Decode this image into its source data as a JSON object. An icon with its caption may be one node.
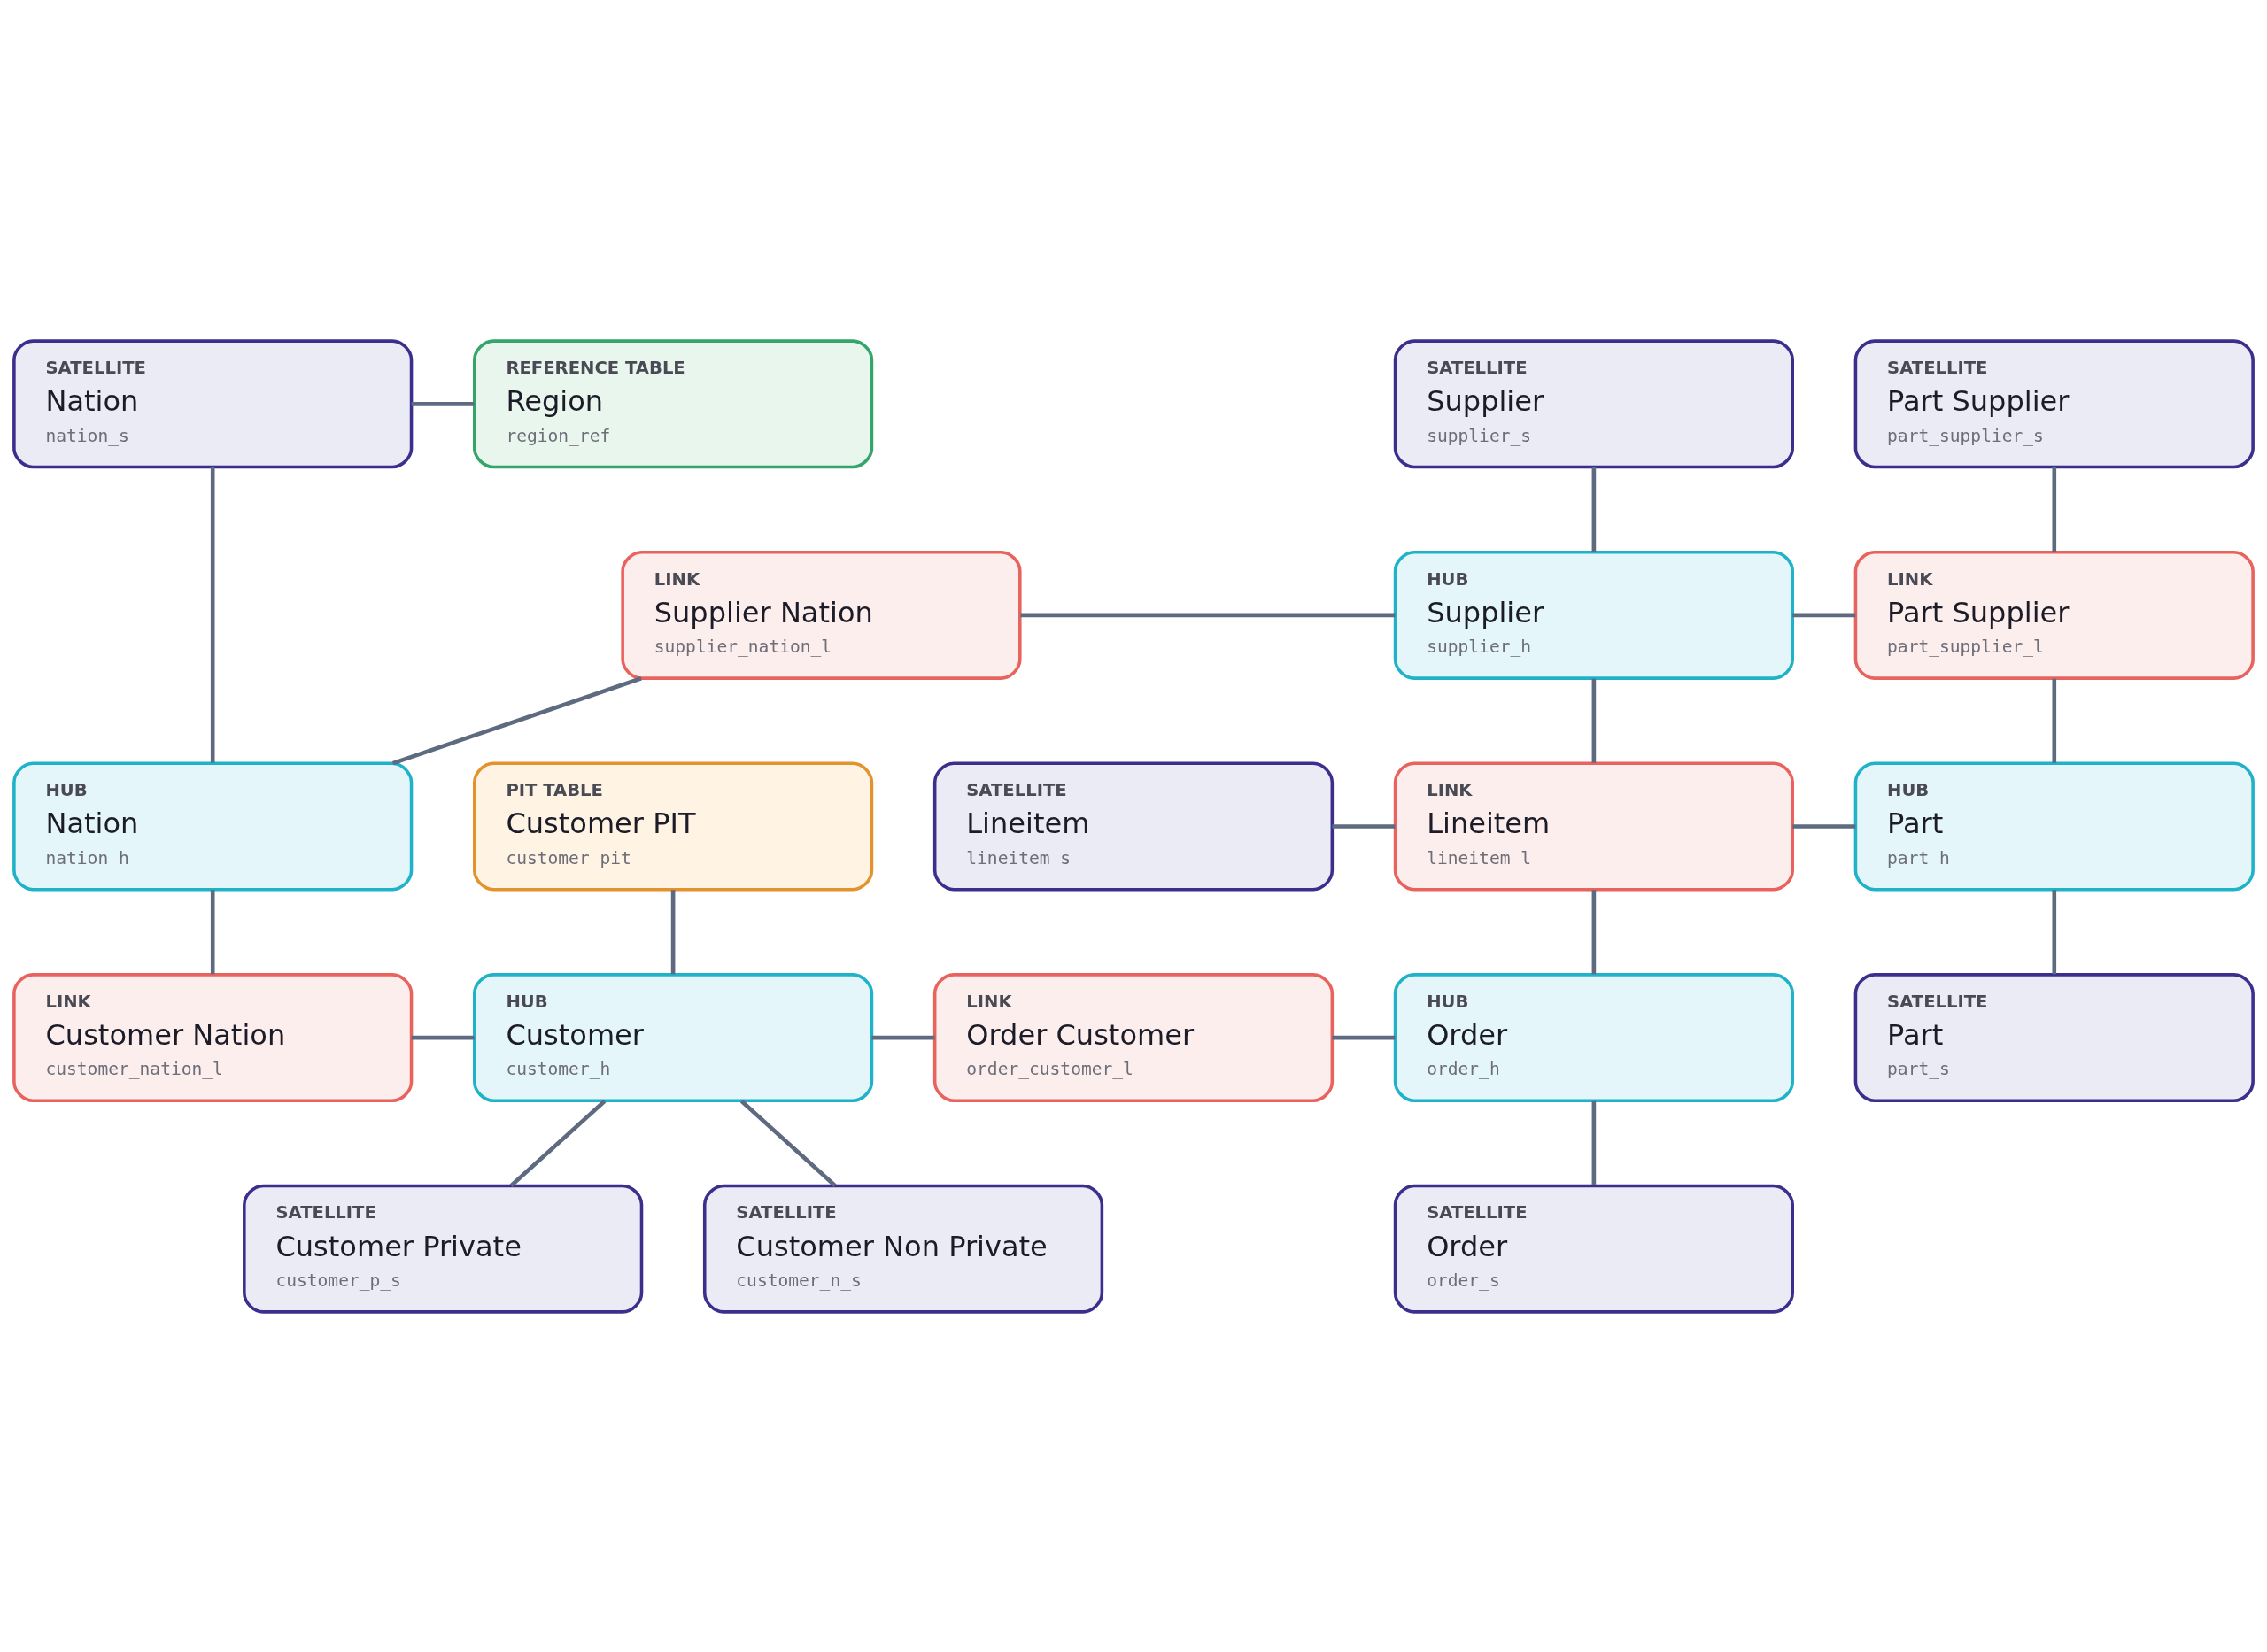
{
  "diagram": {
    "nodes": [
      {
        "text": [
          "SATELLITE",
          "Nation",
          "nation_s"
        ]
      },
      {
        "text": [
          "REFERENCE TABLE",
          "Region",
          "region_ref"
        ]
      },
      {
        "text": [
          "SATELLITE",
          "Supplier",
          "supplier_s"
        ]
      },
      {
        "text": [
          "SATELLITE",
          "Part Supplier",
          "part_supplier_s"
        ]
      },
      {
        "text": [
          "LINK",
          "Supplier Nation",
          "supplier_nation_l"
        ]
      },
      {
        "text": [
          "HUB",
          "Supplier",
          "supplier_h"
        ]
      },
      {
        "text": [
          "LINK",
          "Part Supplier",
          "part_supplier_l"
        ]
      },
      {
        "text": [
          "HUB",
          "Nation",
          "nation_h"
        ]
      },
      {
        "text": [
          "SATELLITE",
          "Lineitem",
          "lineitem_s"
        ]
      },
      {
        "text": [
          "PIT TABLE",
          "Customer PIT",
          "customer_pit"
        ]
      },
      {
        "text": [
          "LINK",
          "Lineitem",
          "lineitem_l"
        ]
      },
      {
        "text": [
          "HUB",
          "Part",
          "part_h"
        ]
      },
      {
        "text": [
          "LINK",
          "Customer Nation",
          "customer_nation_l"
        ]
      },
      {
        "text": [
          "HUB",
          "Customer",
          "customer_h"
        ]
      },
      {
        "text": [
          "LINK",
          "Order Customer",
          "order_customer_l"
        ]
      },
      {
        "text": [
          "HUB",
          "Order",
          "order_h"
        ]
      },
      {
        "text": [
          "SATELLITE",
          "Part",
          "part_s"
        ]
      },
      {
        "text": [
          "SATELLITE",
          "Customer Private",
          "customer_p_s"
        ]
      },
      {
        "text": [
          "SATELLITE",
          "Customer Non Private",
          "customer_n_s"
        ]
      },
      {
        "text": [
          "SATELLITE",
          "Order",
          "order_s"
        ]
      }
    ],
    "edges": [
      {
        "from": 0,
        "to": 1,
        "arrow": "none"
      },
      {
        "from": 0,
        "to": 7,
        "arrow": "none"
      },
      {
        "from": 2,
        "to": 5,
        "arrow": "none"
      },
      {
        "from": 3,
        "to": 6,
        "arrow": "none"
      },
      {
        "from": 4,
        "to": 7,
        "arrow": "none"
      },
      {
        "from": 4,
        "to": 5,
        "arrow": "none"
      },
      {
        "from": 5,
        "to": 6,
        "arrow": "none"
      },
      {
        "from": 5,
        "to": 10,
        "arrow": "none"
      },
      {
        "from": 6,
        "to": 11,
        "arrow": "none"
      },
      {
        "from": 7,
        "to": 12,
        "arrow": "none"
      },
      {
        "from": 8,
        "to": 10,
        "arrow": "none"
      },
      {
        "from": 9,
        "to": 13,
        "arrow": "none"
      },
      {
        "from": 10,
        "to": 11,
        "arrow": "none"
      },
      {
        "from": 10,
        "to": 15,
        "arrow": "none"
      },
      {
        "from": 11,
        "to": 16,
        "arrow": "none"
      },
      {
        "from": 12,
        "to": 13,
        "arrow": "none"
      },
      {
        "from": 13,
        "to": 14,
        "arrow": "none"
      },
      {
        "from": 14,
        "to": 15,
        "arrow": "none"
      },
      {
        "from": 13,
        "to": 17,
        "arrow": "none"
      },
      {
        "from": 13,
        "to": 18,
        "arrow": "none"
      },
      {
        "from": 15,
        "to": 19,
        "arrow": "none"
      }
    ]
  }
}
